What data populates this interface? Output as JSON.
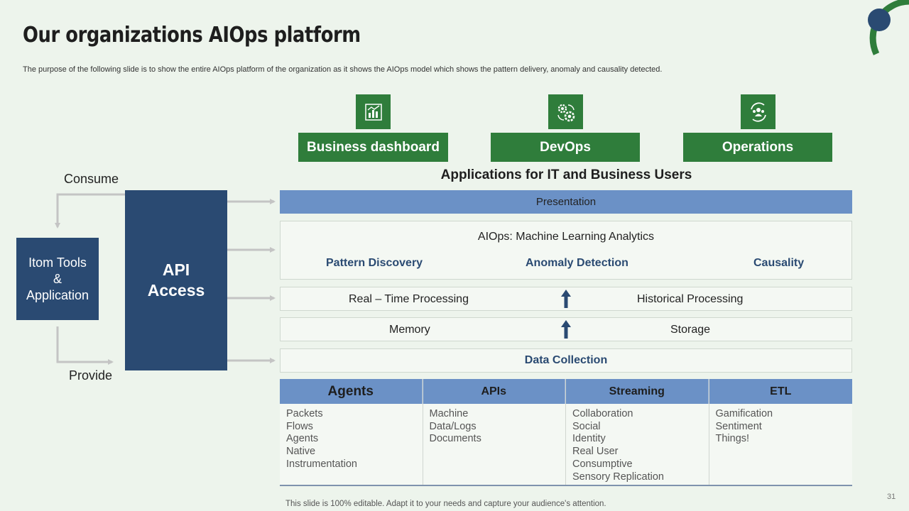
{
  "header": {
    "title": "Our organizations AIOps platform",
    "subtitle": "The purpose of the following slide is to show the entire AIOps platform of the organization as it shows the AIOps model which shows the pattern delivery, anomaly and causality detected."
  },
  "top_apps": [
    {
      "label": "Business dashboard",
      "icon": "chart-icon"
    },
    {
      "label": "DevOps",
      "icon": "gears-icon"
    },
    {
      "label": "Operations",
      "icon": "team-cycle-icon"
    }
  ],
  "apps_title": "Applications for IT and Business Users",
  "left": {
    "consume": "Consume",
    "provide": "Provide",
    "itom_lines": [
      "Itom Tools",
      "&",
      "Application"
    ],
    "api_lines": [
      "API",
      "Access"
    ]
  },
  "layers": {
    "presentation": "Presentation",
    "ml_title": "AIOps: Machine Learning Analytics",
    "ml_items": [
      "Pattern Discovery",
      "Anomaly Detection",
      "Causality"
    ],
    "processing_left": "Real – Time Processing",
    "processing_right": "Historical Processing",
    "memory": "Memory",
    "storage": "Storage",
    "data_collection": "Data Collection"
  },
  "sources": [
    {
      "header": "Agents",
      "items": [
        "Packets",
        "Flows",
        "Agents",
        "Native",
        "Instrumentation"
      ]
    },
    {
      "header": "APIs",
      "items": [
        "Machine",
        "Data/Logs",
        "Documents"
      ]
    },
    {
      "header": "Streaming",
      "items": [
        "Collaboration",
        "Social",
        "Identity",
        "Real User",
        "Consumptive",
        "Sensory Replication"
      ]
    },
    {
      "header": "ETL",
      "items": [
        "Gamification",
        "Sentiment",
        "Things!"
      ]
    }
  ],
  "footer": "This slide is 100% editable. Adapt it to your needs and capture your audience's attention.",
  "page_number": "31",
  "colors": {
    "background": "#edf4ec",
    "green": "#2f7d3b",
    "navy": "#2a4a72",
    "blue": "#6b91c6"
  }
}
